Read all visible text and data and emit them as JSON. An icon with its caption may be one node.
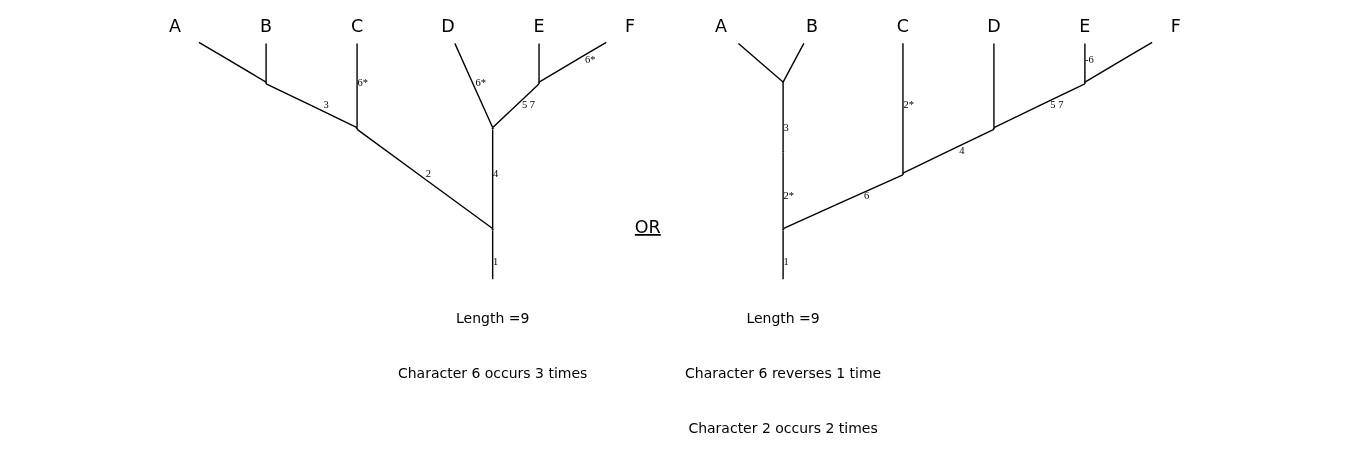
{
  "diagram": {
    "nodes": [
      {
        "text": [
          "A"
        ]
      },
      {
        "text": [
          "B"
        ]
      },
      {
        "text": [
          "C"
        ]
      },
      {
        "text": [
          "D"
        ]
      },
      {
        "text": [
          "E"
        ]
      },
      {
        "text": [
          "F"
        ]
      },
      {
        "text": [
          "A"
        ]
      },
      {
        "text": [
          "B"
        ]
      },
      {
        "text": [
          "C"
        ]
      },
      {
        "text": [
          "D"
        ]
      },
      {
        "text": [
          "E"
        ]
      },
      {
        "text": [
          "F"
        ]
      },
      {
        "text": [],
        "shape": "point"
      },
      {
        "text": [],
        "shape": "point"
      },
      {
        "text": [],
        "shape": "point"
      },
      {
        "text": [],
        "shape": "point"
      },
      {
        "text": [],
        "shape": "point"
      },
      {
        "text": [],
        "shape": "point"
      },
      {
        "text": [],
        "shape": "point"
      },
      {
        "text": [],
        "shape": "point"
      },
      {
        "text": [],
        "shape": "point"
      },
      {
        "text": [],
        "shape": "point"
      },
      {
        "text": [],
        "shape": "point"
      }
    ],
    "edges": [
      {
        "from": null,
        "to": 16,
        "arrow": "none",
        "label": "1"
      },
      {
        "from": 16,
        "to": 14,
        "arrow": "none",
        "label": "2"
      },
      {
        "from": 16,
        "to": 15,
        "arrow": "none",
        "label": "4"
      },
      {
        "from": 14,
        "to": 12,
        "arrow": "none",
        "label": "3"
      },
      {
        "from": 14,
        "to": 2,
        "arrow": "none",
        "label": "6*"
      },
      {
        "from": 12,
        "to": 0,
        "arrow": "none"
      },
      {
        "from": 12,
        "to": 1,
        "arrow": "none"
      },
      {
        "from": 15,
        "to": 3,
        "arrow": "none",
        "label": "6*"
      },
      {
        "from": 15,
        "to": 13,
        "arrow": "none",
        "label": "5 7"
      },
      {
        "from": 13,
        "to": 4,
        "arrow": "none"
      },
      {
        "from": 13,
        "to": 5,
        "arrow": "none",
        "label": "6*"
      },
      {
        "from": null,
        "to": 22,
        "arrow": "none",
        "label": "1"
      },
      {
        "from": 22,
        "to": 19,
        "arrow": "none",
        "label": "2*"
      },
      {
        "from": 19,
        "to": 17,
        "arrow": "none",
        "label": "3"
      },
      {
        "from": 17,
        "to": 6,
        "arrow": "none"
      },
      {
        "from": 17,
        "to": 7,
        "arrow": "none"
      },
      {
        "from": 22,
        "to": 21,
        "arrow": "none",
        "label": "6"
      },
      {
        "from": 21,
        "to": 8,
        "arrow": "none",
        "label": "2*"
      },
      {
        "from": 21,
        "to": 20,
        "arrow": "none",
        "label": "4"
      },
      {
        "from": 20,
        "to": 9,
        "arrow": "none"
      },
      {
        "from": 20,
        "to": 18,
        "arrow": "none",
        "label": "5 7"
      },
      {
        "from": 18,
        "to": 10,
        "arrow": "none",
        "label": "-6"
      },
      {
        "from": 18,
        "to": 11,
        "arrow": "none"
      }
    ],
    "labels": [
      "OR",
      "Length =9",
      "Character 6 occurs 3 times",
      "Length =9",
      "Character 6 reverses 1 time",
      "Character 2 occurs 2 times"
    ]
  }
}
